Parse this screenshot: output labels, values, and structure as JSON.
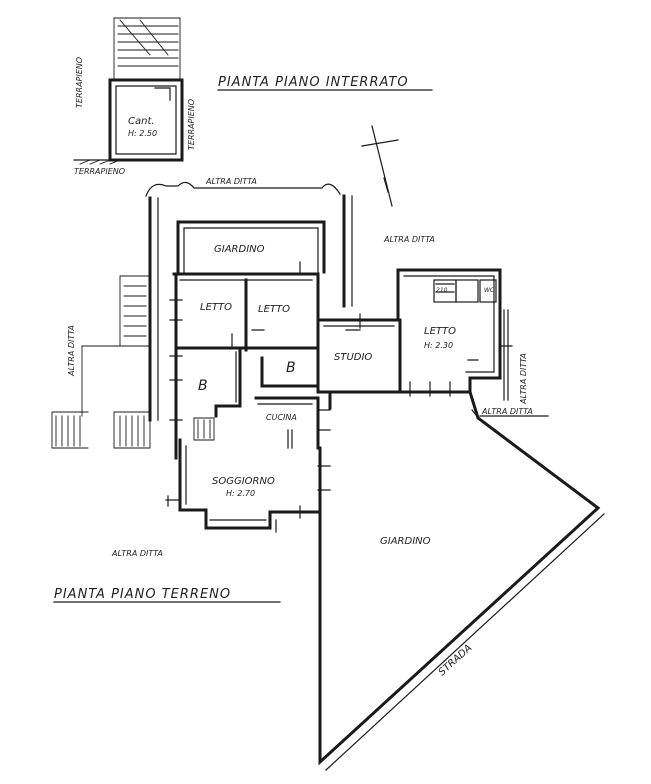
{
  "titles": {
    "basement": "PIANTA PIANO INTERRATO",
    "ground": "PIANTA PIANO TERRENO"
  },
  "basement": {
    "room_name": "Cant.",
    "room_height": "H: 2.50",
    "label_terrapieno_left": "TERRAPIENO",
    "label_terrapieno_right": "TERRAPIENO",
    "label_terrapieno_bottom": "TERRAPIENO"
  },
  "ground": {
    "rooms": {
      "giardino_top": "GIARDINO",
      "letto_1": "LETTO",
      "letto_2": "LETTO",
      "bagno_1": "B",
      "bagno_2": "B",
      "studio": "STUDIO",
      "letto_3": "LETTO",
      "letto_3_height": "H: 2.30",
      "cucina": "CUCINA",
      "soggiorno": "SOGGIORNO",
      "soggiorno_height": "H: 2.70",
      "giardino_main": "GIARDINO",
      "cabinet_1": "210",
      "cabinet_2": "WC"
    },
    "neighbors": {
      "altra_ditta_top": "ALTRA DITTA",
      "altra_ditta_right_top": "ALTRA DITTA",
      "altra_ditta_left": "ALTRA DITTA",
      "altra_ditta_right": "ALTRA DITTA",
      "altra_ditta_right_low": "ALTRA DITTA",
      "altra_ditta_bottom": "ALTRA DITTA"
    },
    "strada": "STRADA"
  },
  "colors": {
    "ink": "#1a1a1a",
    "paper": "#ffffff"
  }
}
